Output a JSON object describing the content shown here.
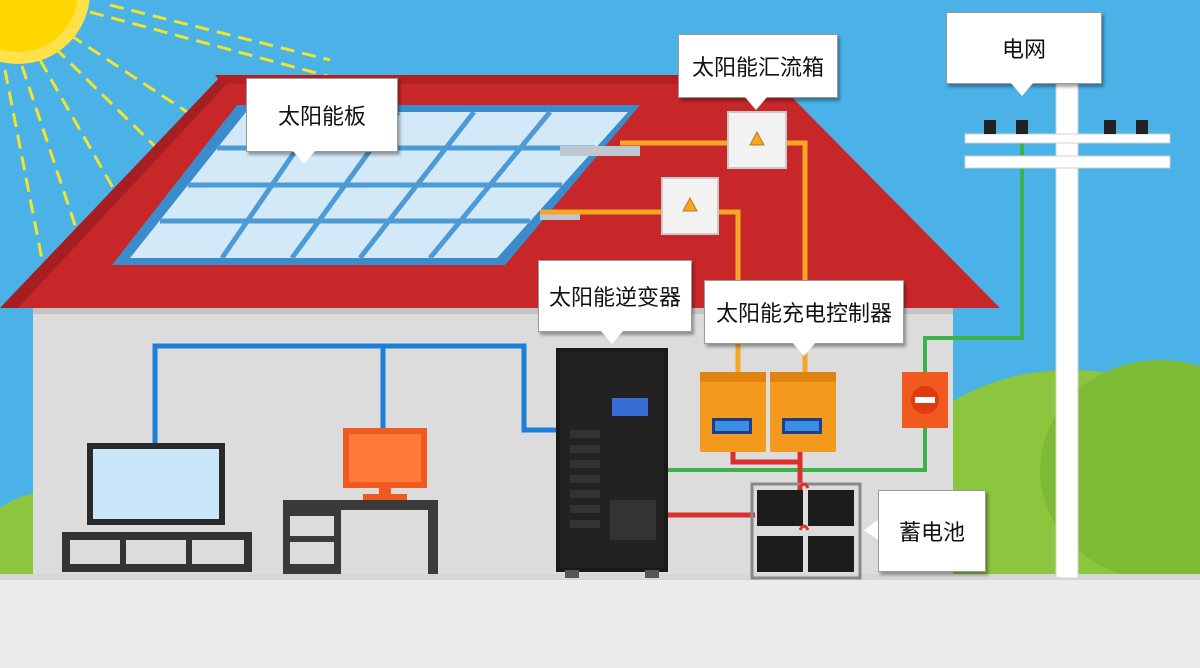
{
  "labels": {
    "solar_panel": "太阳能板",
    "combiner_box": "太阳能汇流箱",
    "grid": "电网",
    "inverter": "太阳能逆变器",
    "charge_controller": "太阳能充电控制器",
    "battery": "蓄电池"
  },
  "colors": {
    "sky": "#47b1e6",
    "roof": "#c8272a",
    "wall": "#dcdcdc",
    "ground": "#ececec",
    "panel": "#cfe6f6",
    "dc_wire": "#f5a623",
    "ac_wire": "#1e7fd8",
    "grid_wire": "#3cb34a",
    "battery_wire": "#d9302e",
    "controller": "#f39a1e"
  }
}
